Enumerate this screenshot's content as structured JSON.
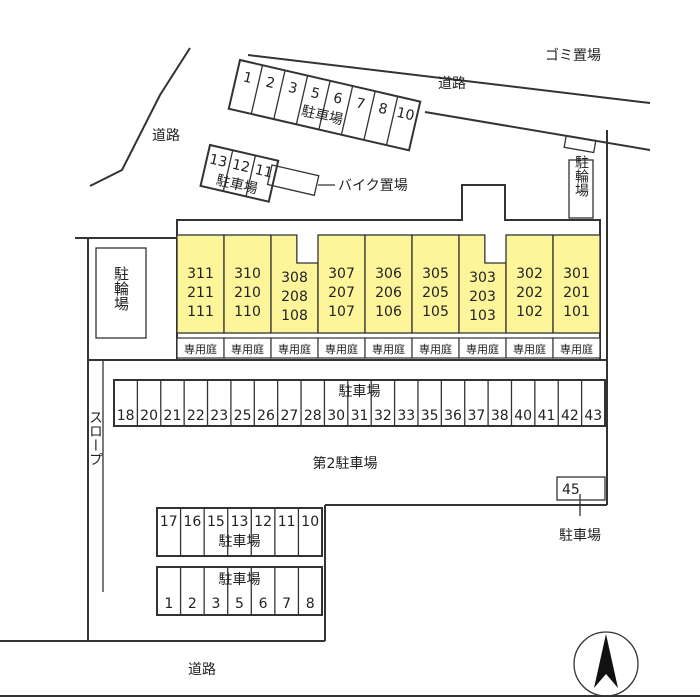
{
  "colors": {
    "unit_fill": "#fdf59a",
    "line": "#333333"
  },
  "roads": {
    "top": "道路",
    "left": "道路",
    "bottom": "道路"
  },
  "labels": {
    "garbage": "ゴミ置場",
    "bike_parking_motor": "バイク置場",
    "bicycle_right": "駐輪場",
    "bicycle_left": "駐輪場",
    "slope": "スロープ",
    "second_parking": "第2駐車場",
    "parking_45_label": "駐車場"
  },
  "parking_top": {
    "label": "駐車場",
    "slots": [
      "1",
      "2",
      "3",
      "5",
      "6",
      "7",
      "8",
      "10"
    ]
  },
  "parking_small": {
    "label": "駐車場",
    "slots": [
      "13",
      "12",
      "11"
    ]
  },
  "parking_row": {
    "label": "駐車場",
    "slots": [
      "18",
      "20",
      "21",
      "22",
      "23",
      "25",
      "26",
      "27",
      "28",
      "30",
      "31",
      "32",
      "33",
      "35",
      "36",
      "37",
      "38",
      "40",
      "41",
      "42",
      "43"
    ]
  },
  "parking_45": {
    "slot": "45"
  },
  "parking_mid": {
    "label": "駐車場",
    "slots": [
      "17",
      "16",
      "15",
      "13",
      "12",
      "11",
      "10"
    ]
  },
  "parking_bottom": {
    "label": "駐車場",
    "slots": [
      "1",
      "2",
      "3",
      "5",
      "6",
      "7",
      "8"
    ]
  },
  "units": [
    {
      "rooms": [
        "311",
        "211",
        "111"
      ],
      "garden": "専用庭"
    },
    {
      "rooms": [
        "310",
        "210",
        "110"
      ],
      "garden": "専用庭"
    },
    {
      "rooms": [
        "308",
        "208",
        "108"
      ],
      "garden": "専用庭"
    },
    {
      "rooms": [
        "307",
        "207",
        "107"
      ],
      "garden": "専用庭"
    },
    {
      "rooms": [
        "306",
        "206",
        "106"
      ],
      "garden": "専用庭"
    },
    {
      "rooms": [
        "305",
        "205",
        "105"
      ],
      "garden": "専用庭"
    },
    {
      "rooms": [
        "303",
        "203",
        "103"
      ],
      "garden": "専用庭"
    },
    {
      "rooms": [
        "302",
        "202",
        "102"
      ],
      "garden": "専用庭"
    },
    {
      "rooms": [
        "301",
        "201",
        "101"
      ],
      "garden": "専用庭"
    }
  ]
}
